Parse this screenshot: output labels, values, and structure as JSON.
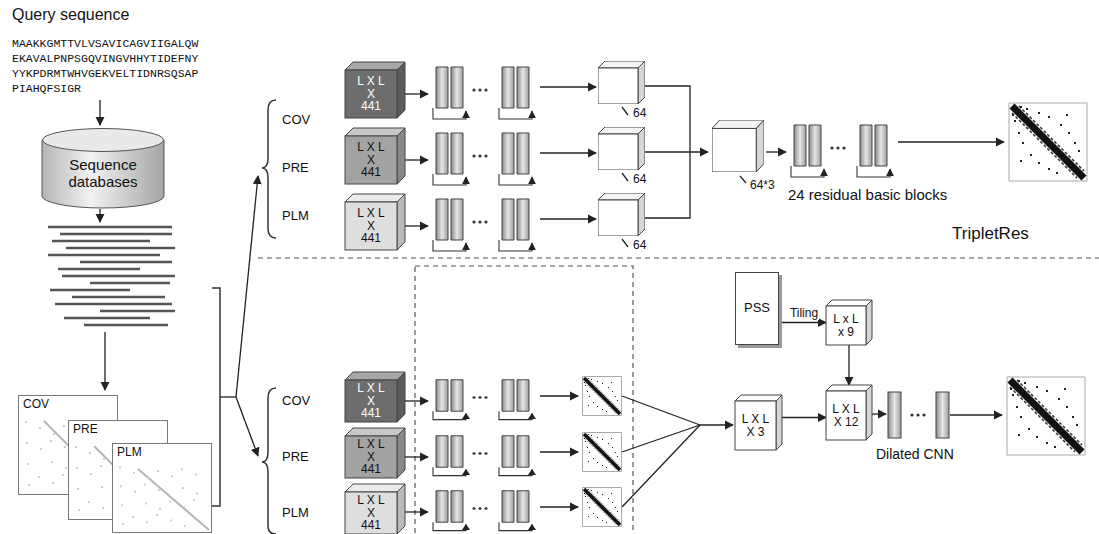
{
  "diagram": {
    "nodes": [
      {
        "text": [
          "Sequence databases"
        ]
      },
      {
        "text": [
          "COV"
        ]
      },
      {
        "text": [
          "PRE"
        ]
      },
      {
        "text": [
          "PLM"
        ]
      },
      {
        "text": [
          "L X L X 441"
        ]
      },
      {
        "text": [
          "L X L X 441"
        ]
      },
      {
        "text": [
          "L X L X 441"
        ]
      },
      {
        "text": [
          "L X L X 441"
        ]
      },
      {
        "text": [
          "L X L X 441"
        ]
      },
      {
        "text": [
          "L X L X 441"
        ]
      },
      {
        "text": [
          "PSS"
        ]
      },
      {
        "text": [
          "L x L x 9"
        ]
      },
      {
        "text": [
          "L X L X 3"
        ]
      },
      {
        "text": [
          "L X L X 12"
        ]
      }
    ],
    "edges": [
      {
        "from": 10,
        "to": 11,
        "arrow": "to",
        "label": "Tiling"
      },
      {
        "from": 11,
        "to": 13,
        "arrow": "to"
      },
      {
        "from": 12,
        "to": 13,
        "arrow": "to"
      }
    ],
    "labels": [
      "Query sequence",
      "MAAKKGMTTVLVSAVICAGVIIGALQW EKAVALPNPSGQVINGVHHYTIDEFNY YYKPDRMTWHVGEKVELTIDNRSQSAP PIAHQFSIGR",
      "COV",
      "PRE",
      "PLM",
      "64",
      "64",
      "64",
      "64*3",
      "24 residual basic blocks",
      "TripletRes",
      "COV",
      "PRE",
      "PLM",
      "Dilated CNN"
    ]
  }
}
